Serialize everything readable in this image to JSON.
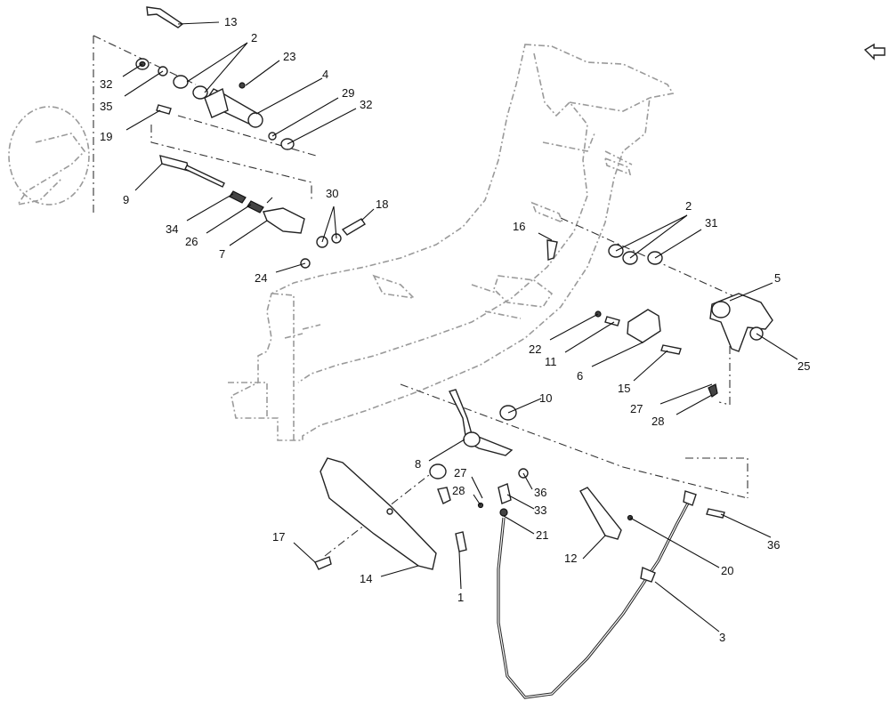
{
  "diagram": {
    "callouts": [
      {
        "id": "c13a",
        "text": "13"
      },
      {
        "id": "c2a",
        "text": "2"
      },
      {
        "id": "c23",
        "text": "23"
      },
      {
        "id": "c32a",
        "text": "32"
      },
      {
        "id": "c4",
        "text": "4"
      },
      {
        "id": "c35",
        "text": "35"
      },
      {
        "id": "c29",
        "text": "29"
      },
      {
        "id": "c32b",
        "text": "32"
      },
      {
        "id": "c19",
        "text": "19"
      },
      {
        "id": "c9",
        "text": "9"
      },
      {
        "id": "c30",
        "text": "30"
      },
      {
        "id": "c18",
        "text": "18"
      },
      {
        "id": "c34",
        "text": "34"
      },
      {
        "id": "c26",
        "text": "26"
      },
      {
        "id": "c7",
        "text": "7"
      },
      {
        "id": "c24",
        "text": "24"
      },
      {
        "id": "c2b",
        "text": "2"
      },
      {
        "id": "c31",
        "text": "31"
      },
      {
        "id": "c16",
        "text": "16"
      },
      {
        "id": "c5",
        "text": "5"
      },
      {
        "id": "c22",
        "text": "22"
      },
      {
        "id": "c11",
        "text": "11"
      },
      {
        "id": "c6",
        "text": "6"
      },
      {
        "id": "c15",
        "text": "15"
      },
      {
        "id": "c25",
        "text": "25"
      },
      {
        "id": "c27a",
        "text": "27"
      },
      {
        "id": "c28a",
        "text": "28"
      },
      {
        "id": "c10",
        "text": "10"
      },
      {
        "id": "c8",
        "text": "8"
      },
      {
        "id": "c27b",
        "text": "27"
      },
      {
        "id": "c28b",
        "text": "28"
      },
      {
        "id": "c36a",
        "text": "36"
      },
      {
        "id": "c33",
        "text": "33"
      },
      {
        "id": "c21",
        "text": "21"
      },
      {
        "id": "c17",
        "text": "17"
      },
      {
        "id": "c14",
        "text": "14"
      },
      {
        "id": "c1",
        "text": "1"
      },
      {
        "id": "c12",
        "text": "12"
      },
      {
        "id": "c20",
        "text": "20"
      },
      {
        "id": "c36b",
        "text": "36"
      },
      {
        "id": "c3",
        "text": "3"
      }
    ],
    "corner_icon": "direction-arrow-icon"
  }
}
